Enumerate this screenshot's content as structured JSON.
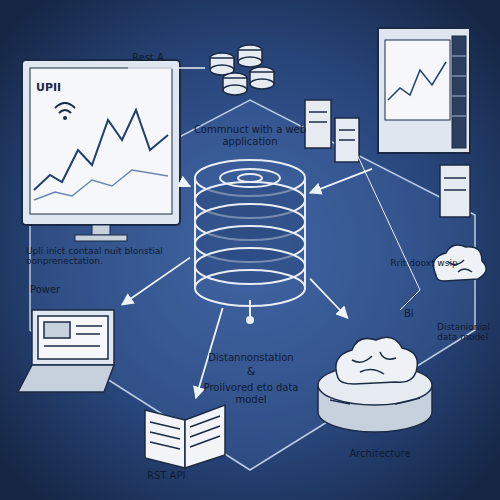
{
  "diagram": {
    "nodes": [
      {
        "text": [
          "UPII"
        ]
      },
      {
        "text": [
          "Commnuct with a web application"
        ]
      },
      {
        "text": [
          "Rrit dooxt wsip"
        ]
      },
      {
        "text": [
          "Power"
        ]
      },
      {
        "text": [
          "RST API"
        ]
      },
      {
        "text": [
          "Distanionial data model"
        ]
      }
    ],
    "edges": [
      {
        "from": 0,
        "to": 1,
        "arrow": "to"
      },
      {
        "from": 2,
        "to": 1,
        "arrow": "to"
      },
      {
        "from": 1,
        "to": 3,
        "arrow": "to"
      },
      {
        "from": 1,
        "to": 4,
        "arrow": "to"
      },
      {
        "from": 1,
        "to": 5,
        "arrow": "to"
      }
    ],
    "labels": [
      "Rest A",
      "Upli inict contaal nuit blonstial oonprenectation.",
      "Bi",
      "Distannonstation",
      "&",
      "Proiivored eto data model",
      "Architecture"
    ]
  }
}
